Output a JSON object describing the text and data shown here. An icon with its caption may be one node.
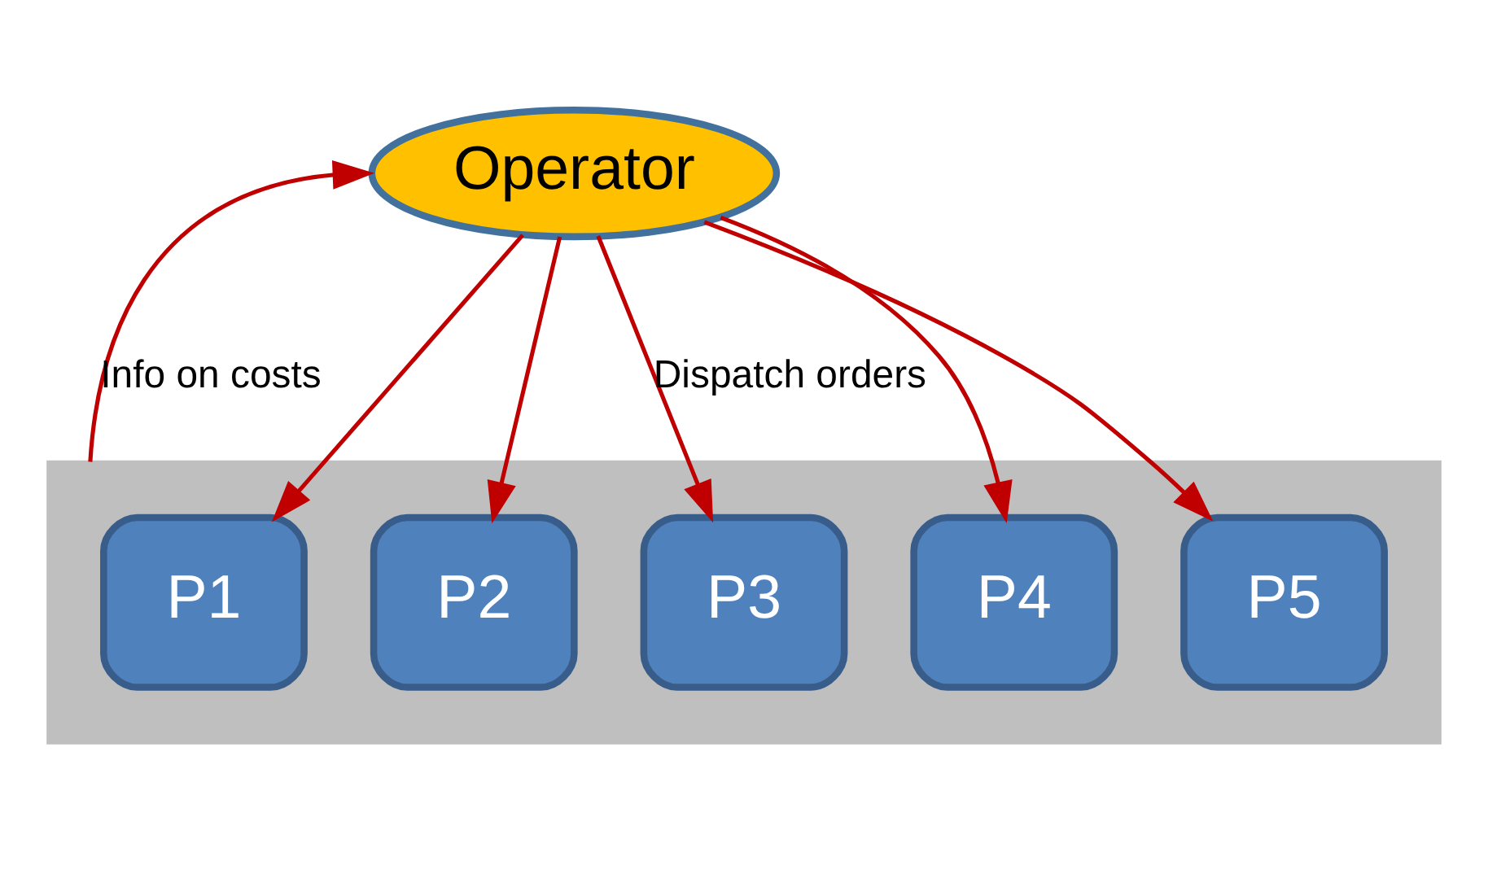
{
  "diagram": {
    "nodes": [
      {
        "text": [
          "Operator"
        ]
      },
      {
        "text": [],
        "shape": "box"
      },
      {
        "text": [
          "P1"
        ],
        "in": 1
      },
      {
        "text": [
          "P2"
        ],
        "in": 1
      },
      {
        "text": [
          "P3"
        ],
        "in": 1
      },
      {
        "text": [
          "P4"
        ],
        "in": 1
      },
      {
        "text": [
          "P5"
        ],
        "in": 1
      }
    ],
    "edges": [
      {
        "from": 1,
        "to": 0,
        "arrow": "to",
        "label": "Info on costs"
      },
      {
        "from": 0,
        "to": 2,
        "arrow": "to"
      },
      {
        "from": 0,
        "to": 3,
        "arrow": "to"
      },
      {
        "from": 0,
        "to": 4,
        "arrow": "to",
        "label": "Dispatch orders"
      },
      {
        "from": 0,
        "to": 5,
        "arrow": "to"
      },
      {
        "from": 0,
        "to": 6,
        "arrow": "to"
      }
    ]
  }
}
